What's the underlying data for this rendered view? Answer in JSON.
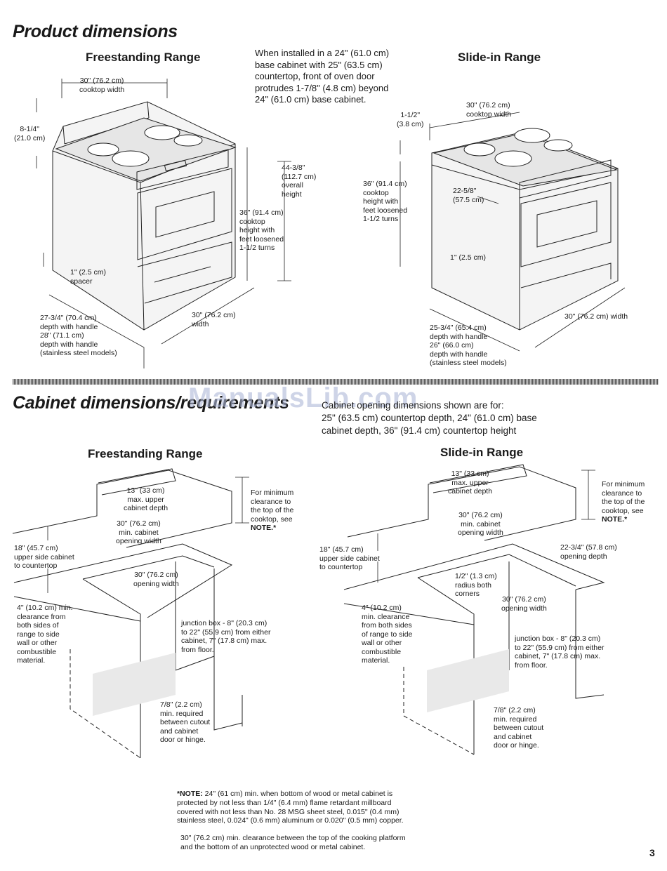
{
  "page_number": "3",
  "watermark": "ManualsLib.com",
  "product": {
    "title": "Product dimensions",
    "freestanding": {
      "heading": "Freestanding Range",
      "cooktop_width": "30\" (76.2 cm)\ncooktop width",
      "backguard": "8-1/4\"\n(21.0 cm)",
      "overall_height": "44-3/8\"\n(112.7 cm)\noverall\nheight",
      "cooktop_height": "36\" (91.4 cm)\ncooktop\nheight with\nfeet loosened\n1-1/2 turns",
      "spacer": "1\" (2.5 cm)\nspacer",
      "depth_handle": "27-3/4\" (70.4 cm)\ndepth with handle\n28\" (71.1 cm)\ndepth with handle\n(stainless steel models)",
      "width": "30\" (76.2 cm)\nwidth"
    },
    "install_note": "When installed in a 24\" (61.0 cm)\nbase cabinet with 25\" (63.5 cm)\ncountertop, front of oven door\nprotrudes 1-7/8\" (4.8 cm) beyond\n24\" (61.0 cm) base cabinet.",
    "slidein": {
      "heading": "Slide-in Range",
      "cooktop_width": "30\" (76.2 cm)\ncooktop width",
      "lip": "1-1/2\"\n(3.8 cm)",
      "cooktop_height": "36\" (91.4 cm)\ncooktop\nheight with\nfeet loosened\n1-1/2 turns",
      "depth_side": "22-5/8\"\n(57.5 cm)",
      "spacer": "1\" (2.5 cm)",
      "width": "30\" (76.2 cm) width",
      "depth_handle": "25-3/4\" (65.4 cm)\ndepth with handle\n26\" (66.0 cm)\ndepth with handle\n(stainless steel models)"
    }
  },
  "cabinet": {
    "title": "Cabinet dimensions/requirements",
    "intro": "Cabinet opening dimensions shown are for:\n25\" (63.5 cm) countertop depth, 24\" (61.0 cm) base\ncabinet depth, 36\" (91.4 cm) countertop height",
    "freestanding": {
      "heading": "Freestanding Range",
      "upper_depth": "13\" (33 cm)\nmax. upper\ncabinet depth",
      "min_clearance": "For minimum\nclearance to\nthe top of the\ncooktop, see",
      "note_ref": "NOTE.*",
      "cabinet_opening": "30\" (76.2 cm)\nmin. cabinet\nopening width",
      "upper_side": "18\" (45.7 cm)\nupper side cabinet\nto countertop",
      "opening_width": "30\" (76.2 cm)\nopening width",
      "side_clearance": "4\" (10.2 cm) min.\nclearance from\nboth sides of\nrange to side\nwall or other\ncombustible\nmaterial.",
      "junction_box": "junction box - 8\" (20.3 cm)\nto 22\" (55.9 cm) from either\ncabinet, 7\" (17.8 cm) max.\nfrom floor.",
      "cutout": "7/8\" (2.2 cm)\nmin. required\nbetween cutout\nand cabinet\ndoor or hinge."
    },
    "slidein": {
      "heading": "Slide-in Range",
      "upper_depth": "13\" (33 cm)\nmax. upper\ncabinet depth",
      "min_clearance": "For minimum\nclearance to\nthe top of the\ncooktop, see",
      "note_ref": "NOTE.*",
      "cabinet_opening": "30\" (76.2 cm)\nmin. cabinet\nopening width",
      "opening_depth": "22-3/4\" (57.8 cm)\nopening depth",
      "upper_side": "18\" (45.7 cm)\nupper side cabinet\nto countertop",
      "radius": "1/2\" (1.3 cm)\nradius both\ncorners",
      "opening_width": "30\" (76.2 cm)\nopening width",
      "side_clearance": "4\" (10.2 cm)\nmin. clearance\nfrom both sides\nof range to side\nwall or other\ncombustible\nmaterial.",
      "junction_box": "junction box - 8\" (20.3 cm)\nto 22\" (55.9 cm) from either\ncabinet, 7\" (17.8 cm) max.\nfrom floor.",
      "cutout": "7/8\" (2.2 cm)\nmin. required\nbetween cutout\nand cabinet\ndoor or hinge."
    },
    "note_label": "*NOTE:",
    "note_body": " 24\" (61 cm) min. when bottom of wood or metal cabinet is\nprotected by not less than 1/4\" (6.4 mm) flame retardant millboard\ncovered with not less than No. 28 MSG sheet steel, 0.015\" (0.4 mm)\nstainless steel, 0.024\" (0.6 mm) aluminum or 0.020\" (0.5 mm) copper.",
    "note_2": "30\" (76.2 cm) min. clearance between the top of the cooking platform\nand the bottom of an unprotected wood or metal cabinet."
  }
}
